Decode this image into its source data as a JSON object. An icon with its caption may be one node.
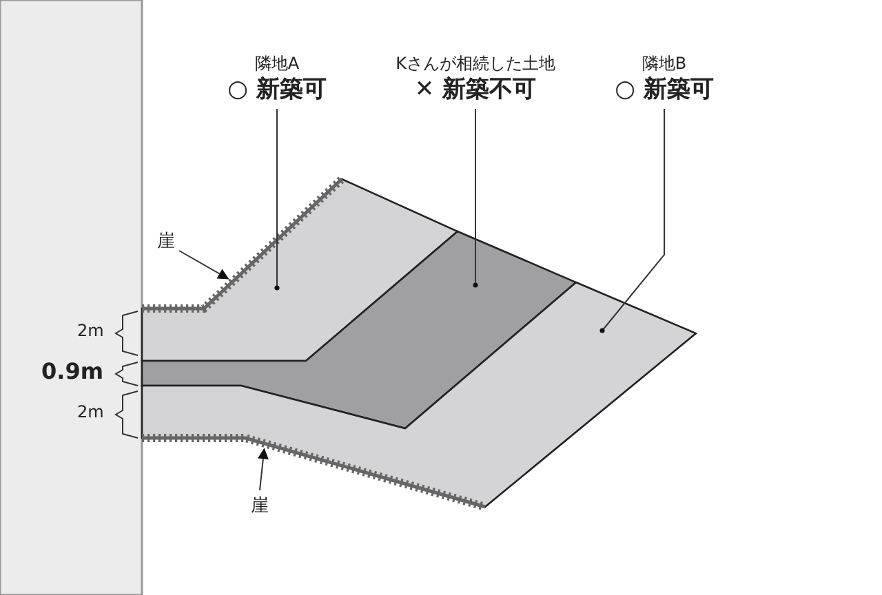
{
  "diagram": {
    "nodes": [
      {
        "text": [
          "隣地A",
          "○ 新築可"
        ]
      },
      {
        "text": [
          "Kさんが相続した土地",
          "✕ 新築不可"
        ]
      },
      {
        "text": [
          "隣地B",
          "○ 新築可"
        ]
      },
      {
        "text": [],
        "shape": "polygon"
      },
      {
        "text": [],
        "shape": "polygon"
      },
      {
        "text": [],
        "shape": "polygon"
      },
      {
        "text": [
          "崖"
        ]
      },
      {
        "text": [
          "崖"
        ]
      }
    ],
    "edges": [
      {
        "from": 0,
        "to": 3,
        "arrow": "other"
      },
      {
        "from": 1,
        "to": 4,
        "arrow": "other"
      },
      {
        "from": 2,
        "to": 5,
        "arrow": "other"
      },
      {
        "from": 6,
        "to": 3,
        "arrow": "to"
      },
      {
        "from": 7,
        "to": 5,
        "arrow": "to"
      }
    ],
    "labels": [
      "2m",
      "0.9m",
      "2m"
    ]
  }
}
